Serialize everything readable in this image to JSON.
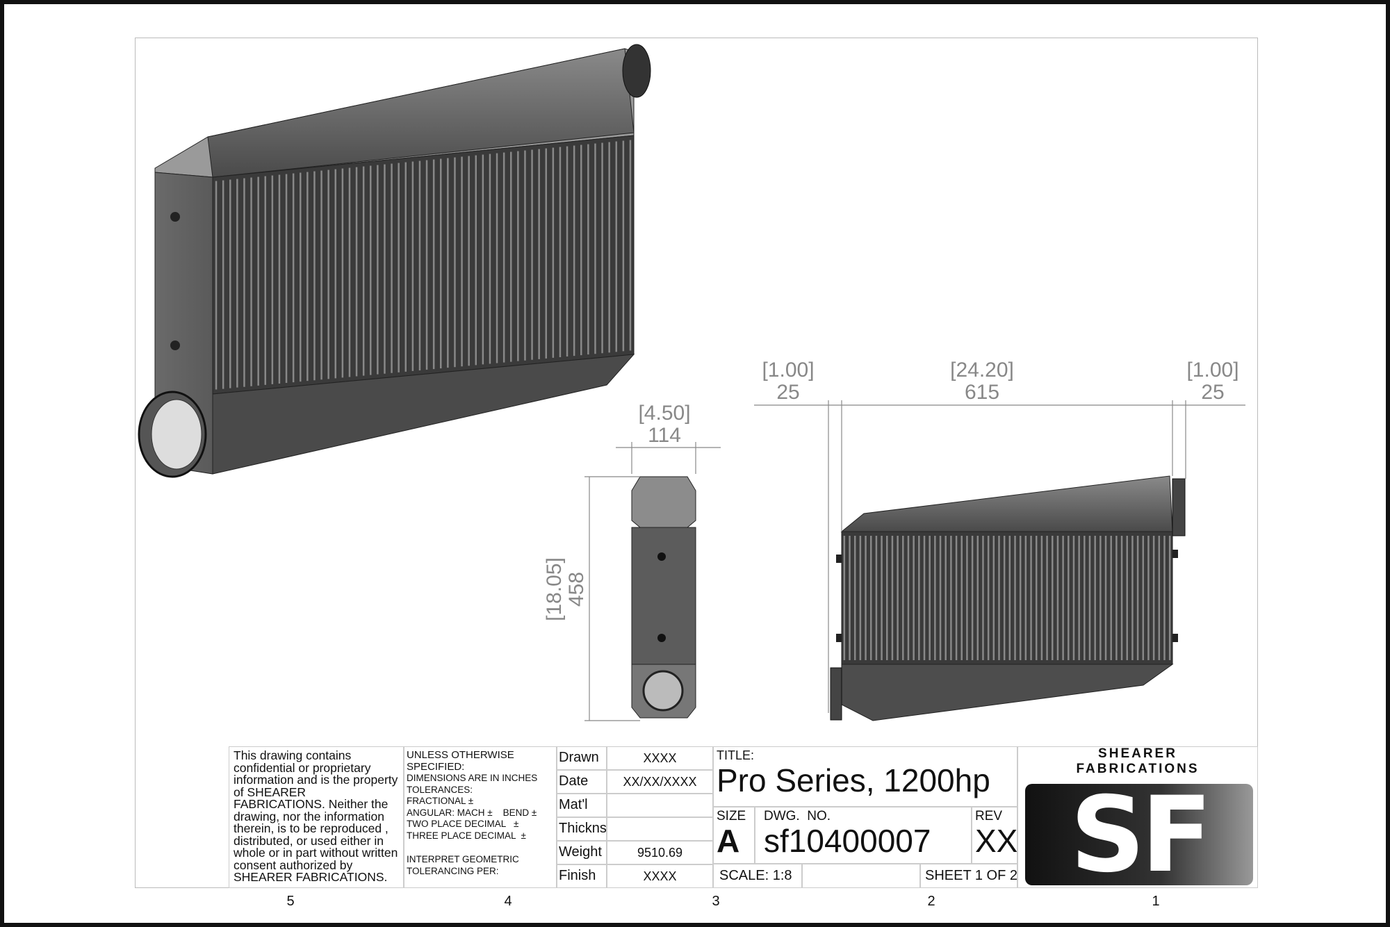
{
  "dimensions": {
    "left_flange": {
      "inch": "[1.00]",
      "mm": "25"
    },
    "core_width": {
      "inch": "[24.20]",
      "mm": "615"
    },
    "right_flange": {
      "inch": "[1.00]",
      "mm": "25"
    },
    "depth": {
      "inch": "[4.50]",
      "mm": "114"
    },
    "height": {
      "inch": "[18.05]",
      "mm": "458"
    }
  },
  "notice": "This drawing contains confidential or proprietary information and is the property of SHEARER FABRICATIONS. Neither the drawing, nor the information therein, is to be reproduced , distributed, or used either in whole or in part without written consent authorized by SHEARER FABRICATIONS.",
  "tolerances": {
    "l1": "UNLESS OTHERWISE SPECIFIED:",
    "l2": "DIMENSIONS ARE IN INCHES",
    "l3": "TOLERANCES:",
    "l4": "FRACTIONAL ±",
    "l5": "ANGULAR: MACH ±    BEND ±",
    "l6": "TWO PLACE DECIMAL   ±",
    "l7": "THREE PLACE DECIMAL  ±",
    "l8": "INTERPRET GEOMETRIC",
    "l9": "TOLERANCING PER:"
  },
  "info_rows": [
    {
      "label": "Drawn",
      "value": "XXXX"
    },
    {
      "label": "Date",
      "value": "XX/XX/XXXX"
    },
    {
      "label": "Mat'l",
      "value": ""
    },
    {
      "label": "Thicknss",
      "value": ""
    },
    {
      "label": "Weight",
      "value": "9510.69"
    },
    {
      "label": "Finish",
      "value": "XXXX"
    }
  ],
  "title_label": "TITLE:",
  "title": "Pro Series, 1200hp",
  "size_label": "SIZE",
  "size": "A",
  "dwg_label": "DWG.  NO.",
  "dwg_no": "sf10400007",
  "rev_label": "REV",
  "rev": "XX",
  "scale": "SCALE: 1:8",
  "sheet": "SHEET 1 OF 2",
  "logo": {
    "line1": "SHEARER",
    "line2": "FABRICATIONS",
    "mark": "SF"
  },
  "zones": [
    "5",
    "4",
    "3",
    "2",
    "1"
  ]
}
